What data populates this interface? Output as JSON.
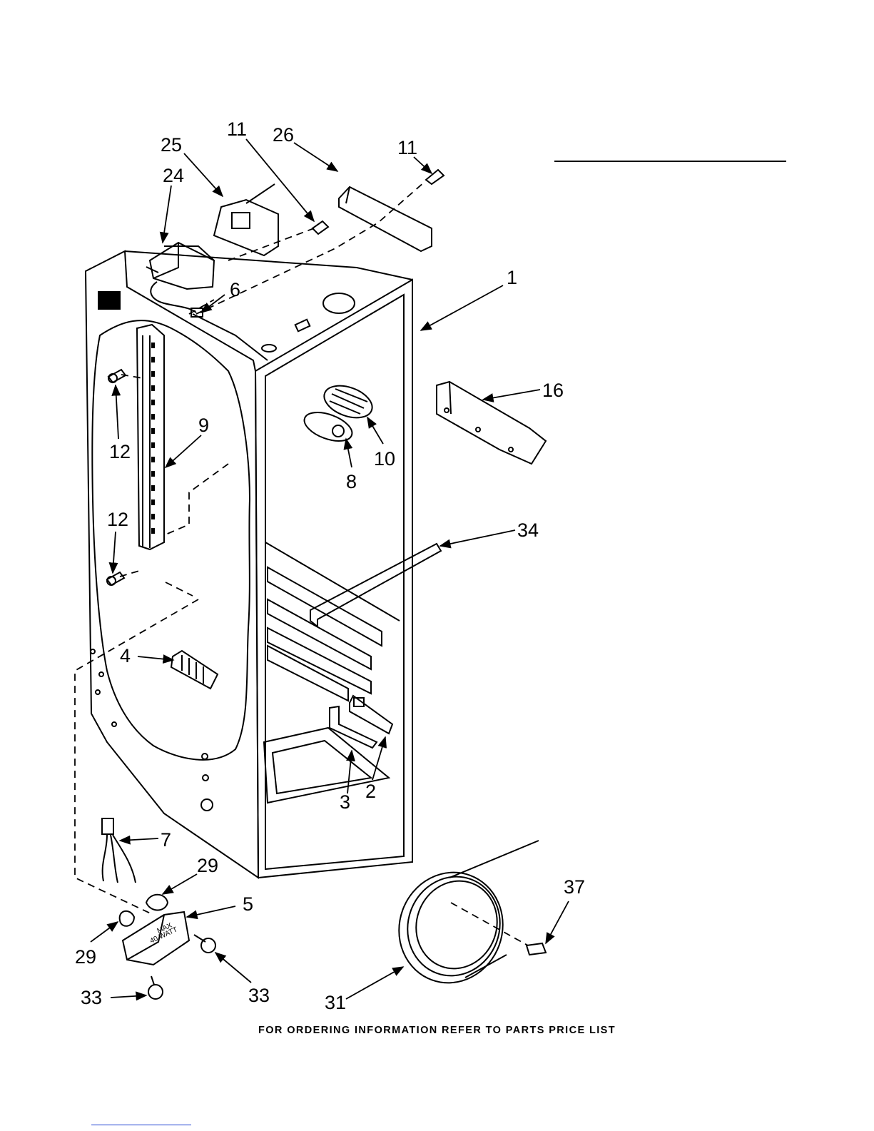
{
  "callouts": {
    "c1": "1",
    "c2": "2",
    "c3": "3",
    "c4": "4",
    "c5": "5",
    "c6": "6",
    "c7": "7",
    "c8": "8",
    "c9": "9",
    "c10": "10",
    "c11a": "11",
    "c11b": "11",
    "c12a": "12",
    "c12b": "12",
    "c16": "16",
    "c24": "24",
    "c25": "25",
    "c26": "26",
    "c29a": "29",
    "c29b": "29",
    "c31": "31",
    "c33a": "33",
    "c33b": "33",
    "c34": "34",
    "c37": "37"
  },
  "part_labels": {
    "max": "MAX",
    "watt": "40 WATT"
  },
  "footer_text": "FOR ORDERING INFORMATION REFER TO PARTS PRICE LIST",
  "icons": {
    "arrow": "arrow-head"
  },
  "colors": {
    "line": "#000000",
    "link": "#1a3fd1"
  }
}
